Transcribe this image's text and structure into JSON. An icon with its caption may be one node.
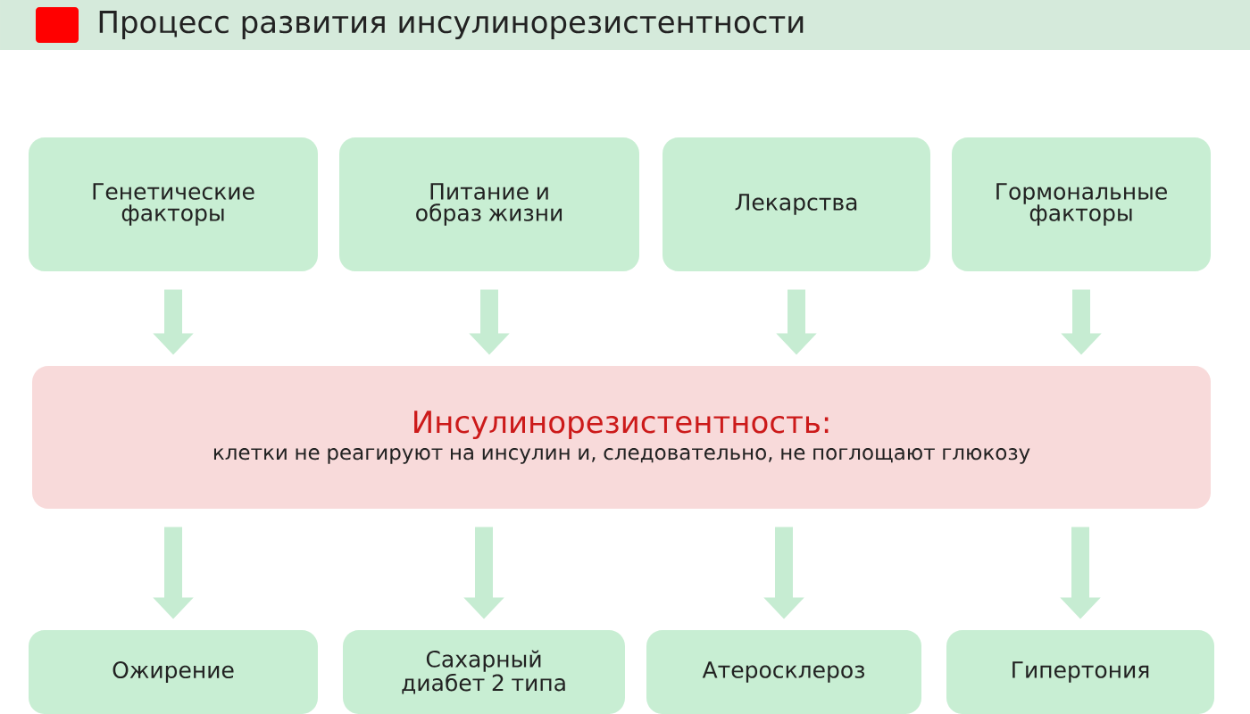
{
  "diagram": {
    "title": "Процесс развития инсулинорезистентности",
    "nodes": [
      {
        "text": [
          "Генетические факторы"
        ]
      },
      {
        "text": [
          "Питание и образ жизни"
        ]
      },
      {
        "text": [
          "Лекарства"
        ]
      },
      {
        "text": [
          "Гормональные факторы"
        ]
      },
      {
        "text": [
          "Инсулинорезистентность:",
          "клетки не реагируют на инсулин и, следовательно, не поглощают глюкозу"
        ]
      },
      {
        "text": [
          "Ожирение"
        ]
      },
      {
        "text": [
          "Сахарный диабет 2 типа"
        ]
      },
      {
        "text": [
          "Атеросклероз"
        ]
      },
      {
        "text": [
          "Гипертония"
        ]
      }
    ],
    "edges": [
      {
        "from": 0,
        "to": 4,
        "arrow": "to"
      },
      {
        "from": 1,
        "to": 4,
        "arrow": "to"
      },
      {
        "from": 2,
        "to": 4,
        "arrow": "to"
      },
      {
        "from": 3,
        "to": 4,
        "arrow": "to"
      },
      {
        "from": 4,
        "to": 5,
        "arrow": "to"
      },
      {
        "from": 4,
        "to": 6,
        "arrow": "to"
      },
      {
        "from": 4,
        "to": 7,
        "arrow": "to"
      },
      {
        "from": 4,
        "to": 8,
        "arrow": "to"
      }
    ]
  }
}
